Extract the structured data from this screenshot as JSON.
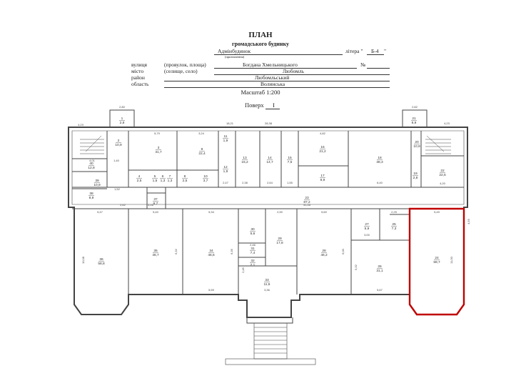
{
  "header": {
    "title": "ПЛАН",
    "subtitle": "громадського будинку",
    "building_name": "Адмінбудинок",
    "building_note": "(призначення)",
    "litera_label": "літера \"",
    "litera_value": "Б-4",
    "litera_close": "\"",
    "street_label": "вулиця",
    "street_type": "(провулок, площа)",
    "street_value": "Богдана Хмельницького",
    "number_label": "№",
    "city_label": "місто",
    "city_type": "(селище, село)",
    "city_value": "Любомль",
    "district_label": "район",
    "district_value": "Любомльський",
    "region_label": "область",
    "region_value": "Волинська",
    "scale": "Масштаб 1:200",
    "floor_label": "Поверх",
    "floor_value": "I"
  },
  "highlight_color": "#c00000",
  "rooms": [
    {
      "num": "1",
      "area": "2,8"
    },
    {
      "num": "2",
      "area": "10,9"
    },
    {
      "num": "3",
      "area": "31,7"
    },
    {
      "num": "4",
      "area": "2,5"
    },
    {
      "num": "5",
      "area": "1,5"
    },
    {
      "num": "6",
      "area": "1,3"
    },
    {
      "num": "7",
      "area": "1,3"
    },
    {
      "num": "8",
      "area": "2,5"
    },
    {
      "num": "9",
      "area": "22,4"
    },
    {
      "num": "10",
      "area": "3,7"
    },
    {
      "num": "11",
      "area": "1,9"
    },
    {
      "num": "12",
      "area": "1,9"
    },
    {
      "num": "13",
      "area": "15,2"
    },
    {
      "num": "14",
      "area": "14,7"
    },
    {
      "num": "15",
      "area": "7,5"
    },
    {
      "num": "16",
      "area": "21,2"
    },
    {
      "num": "17",
      "area": "8,9"
    },
    {
      "num": "18",
      "area": "38,3"
    },
    {
      "num": "19",
      "area": "2,8"
    },
    {
      "num": "20",
      "area": "10,9"
    },
    {
      "num": "21",
      "area": "8,9"
    },
    {
      "num": "22",
      "area": "22,5"
    },
    {
      "num": "23",
      "area": "87,2"
    },
    {
      "num": "24",
      "area": "58,7"
    },
    {
      "num": "25",
      "area": "7,3"
    },
    {
      "num": "26",
      "area": "31,1"
    },
    {
      "num": "27",
      "area": "5,9"
    },
    {
      "num": "28",
      "area": "46,2"
    },
    {
      "num": "29",
      "area": "17,8"
    },
    {
      "num": "30",
      "area": "5,6"
    },
    {
      "num": "31",
      "area": "7,4"
    },
    {
      "num": "32",
      "area": "2,1"
    },
    {
      "num": "33",
      "area": "11,6"
    },
    {
      "num": "34",
      "area": "46,6"
    },
    {
      "num": "35",
      "area": "46,7"
    },
    {
      "num": "36",
      "area": "58,8"
    },
    {
      "num": "37",
      "area": "6,7"
    },
    {
      "num": "38",
      "area": "8,9"
    },
    {
      "num": "39",
      "area": "10,9"
    },
    {
      "num": "40",
      "area": "12,8"
    }
  ],
  "dimensions": [
    "2,80",
    "4,23",
    "5,79",
    "3,24",
    "18,21",
    "28,38",
    "4,82",
    "2,82",
    "4,23",
    "4,01",
    "1,40",
    "3,16",
    "1,52",
    "2,62",
    "2,47",
    "2,38",
    "2,64",
    "1,55",
    "6,40",
    "4,20",
    "5,47",
    "5,40",
    "5,34",
    "2,90",
    "5,60",
    "3,00",
    "2,25",
    "5,49",
    "2,46",
    "2,45",
    "5,59",
    "3,36",
    "5,67",
    "31,45",
    "10,08",
    "11,00",
    "6,00",
    "6,32",
    "6,35",
    "5,32",
    "4,55"
  ]
}
